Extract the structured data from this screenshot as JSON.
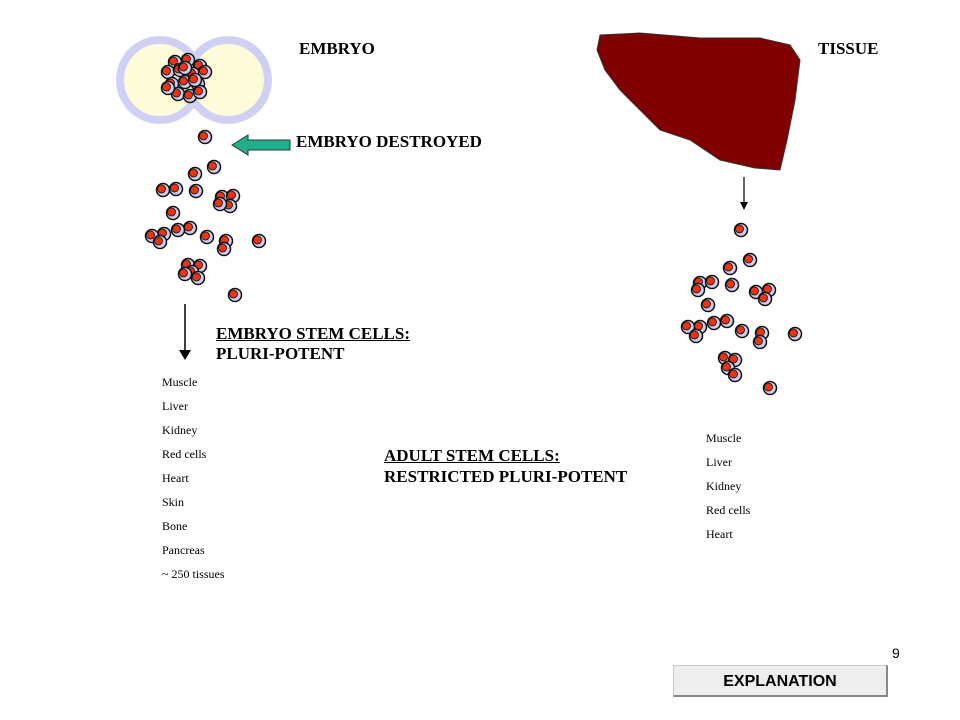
{
  "labels": {
    "embryo": "EMBRYO",
    "tissue": "TISSUE",
    "destroyed": "EMBRYO DESTROYED",
    "esc_title": "EMBRYO STEM CELLS:",
    "esc_sub": "PLURI-POTENT",
    "asc_title": "ADULT STEM CELLS:",
    "asc_sub": "RESTRICTED PLURI-POTENT"
  },
  "embryo_tissues": [
    "Muscle",
    "Liver",
    "Kidney",
    "Red cells",
    "Heart",
    "Skin",
    "Bone",
    "Pancreas",
    "~ 250  tissues"
  ],
  "adult_tissues": [
    "Muscle",
    "Liver",
    "Kidney",
    "Red cells",
    "Heart"
  ],
  "page_number": "9",
  "button": {
    "label": "EXPLANATION"
  },
  "colors": {
    "cell_core": "#ee3311",
    "cell_base": "#ccccee",
    "tissue": "#800000",
    "arrow": "#1fb08a",
    "embryo_ring": "#d0d0f4",
    "embryo_fill": "#fdfbd8"
  }
}
